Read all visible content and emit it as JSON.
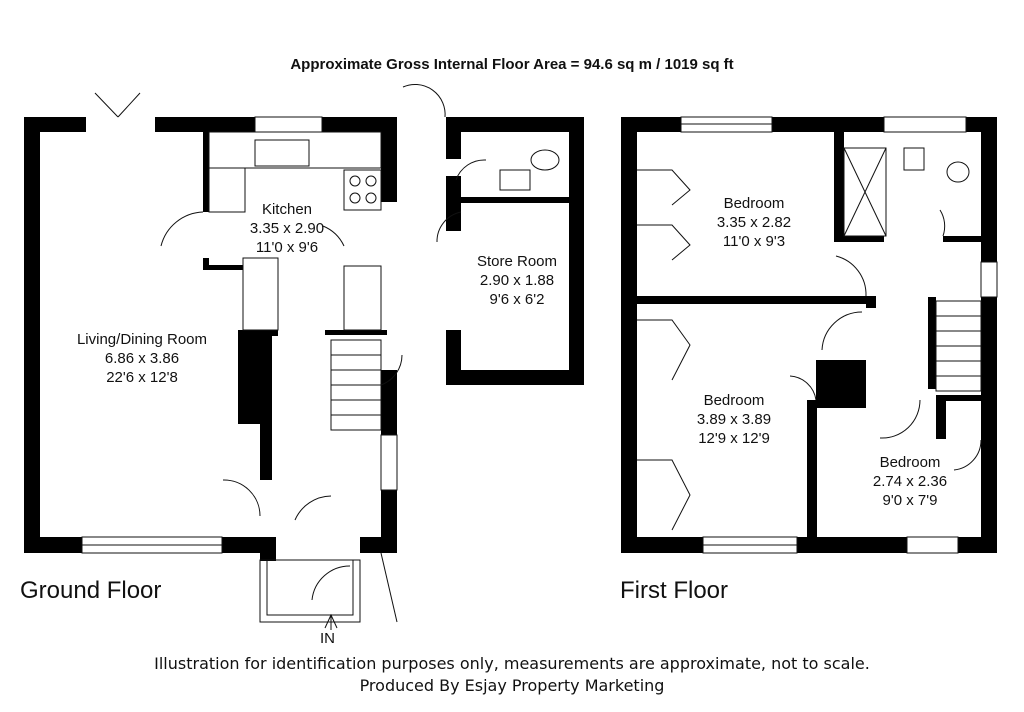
{
  "header": {
    "area": "Approximate Gross Internal Floor Area = 94.6 sq m / 1019 sq ft"
  },
  "ground_floor": {
    "label": "Ground Floor",
    "entrance": "IN",
    "rooms": {
      "kitchen": {
        "name": "Kitchen",
        "metric": "3.35 x 2.90",
        "imperial": "11'0 x 9'6"
      },
      "living": {
        "name": "Living/Dining Room",
        "metric": "6.86 x 3.86",
        "imperial": "22'6 x 12'8"
      },
      "store": {
        "name": "Store Room",
        "metric": "2.90 x 1.88",
        "imperial": "9'6 x 6'2"
      }
    }
  },
  "first_floor": {
    "label": "First Floor",
    "rooms": {
      "bedroom1": {
        "name": "Bedroom",
        "metric": "3.35 x 2.82",
        "imperial": "11'0 x 9'3"
      },
      "bedroom2": {
        "name": "Bedroom",
        "metric": "3.89 x 3.89",
        "imperial": "12'9 x 12'9"
      },
      "bedroom3": {
        "name": "Bedroom",
        "metric": "2.74 x 2.36",
        "imperial": "9'0 x 7'9"
      }
    }
  },
  "footer": {
    "disclaimer": "Illustration for identification purposes only, measurements are approximate, not to scale.",
    "credit": "Produced By Esjay Property Marketing"
  }
}
